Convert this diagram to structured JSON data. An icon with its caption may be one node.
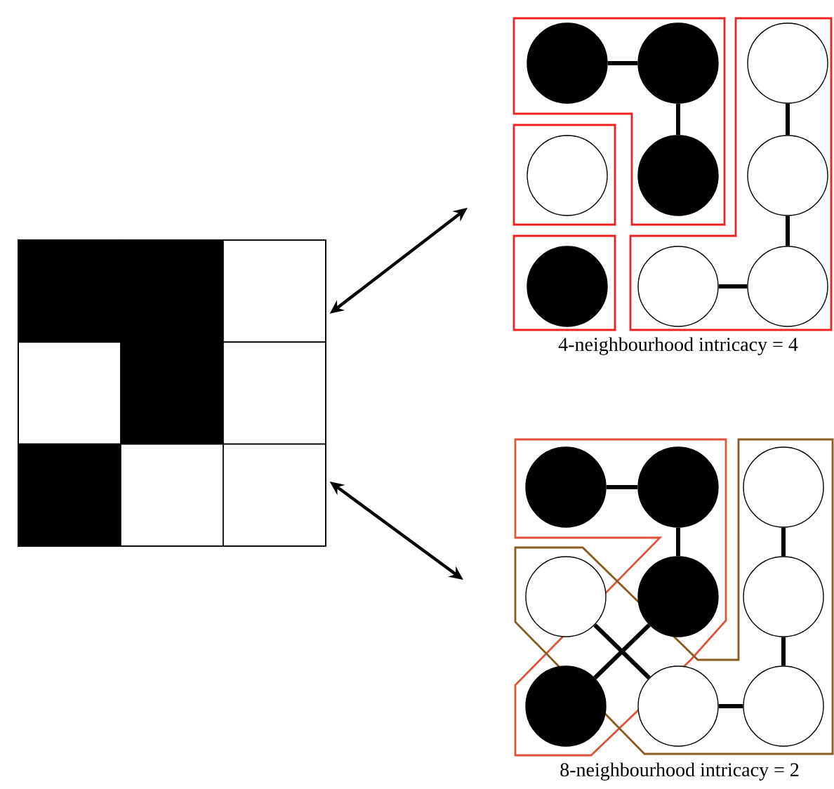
{
  "diagram": {
    "nodes": [
      {
        "text": [],
        "shape": "box"
      },
      {
        "text": [],
        "shape": "disc"
      },
      {
        "text": [],
        "shape": "disc"
      },
      {
        "text": [],
        "shape": "circle"
      },
      {
        "text": [],
        "shape": "circle"
      },
      {
        "text": [],
        "shape": "disc"
      },
      {
        "text": [],
        "shape": "circle"
      },
      {
        "text": [],
        "shape": "disc"
      },
      {
        "text": [],
        "shape": "circle"
      },
      {
        "text": [],
        "shape": "circle"
      },
      {
        "text": [],
        "shape": "disc"
      },
      {
        "text": [],
        "shape": "disc"
      },
      {
        "text": [],
        "shape": "circle"
      },
      {
        "text": [],
        "shape": "circle"
      },
      {
        "text": [],
        "shape": "disc"
      },
      {
        "text": [],
        "shape": "circle"
      },
      {
        "text": [],
        "shape": "disc"
      },
      {
        "text": [],
        "shape": "circle"
      },
      {
        "text": [],
        "shape": "circle"
      }
    ],
    "edges": [
      {
        "from": 0,
        "to": null,
        "arrow": "both"
      },
      {
        "from": 0,
        "to": null,
        "arrow": "both"
      },
      {
        "from": 1,
        "to": 2,
        "arrow": "none"
      },
      {
        "from": 2,
        "to": 5,
        "arrow": "none"
      },
      {
        "from": 3,
        "to": 6,
        "arrow": "none"
      },
      {
        "from": 6,
        "to": 9,
        "arrow": "none"
      },
      {
        "from": 8,
        "to": 9,
        "arrow": "none"
      },
      {
        "from": 10,
        "to": 11,
        "arrow": "none"
      },
      {
        "from": 11,
        "to": 14,
        "arrow": "none"
      },
      {
        "from": 12,
        "to": 15,
        "arrow": "none"
      },
      {
        "from": 15,
        "to": 18,
        "arrow": "none"
      },
      {
        "from": 17,
        "to": 18,
        "arrow": "none"
      },
      {
        "from": 13,
        "to": 17,
        "arrow": "none"
      },
      {
        "from": 14,
        "to": 16,
        "arrow": "none"
      }
    ],
    "labels": [
      "4-neighbourhood intricacy = 4",
      "8-neighbourhood intricacy = 2"
    ]
  }
}
